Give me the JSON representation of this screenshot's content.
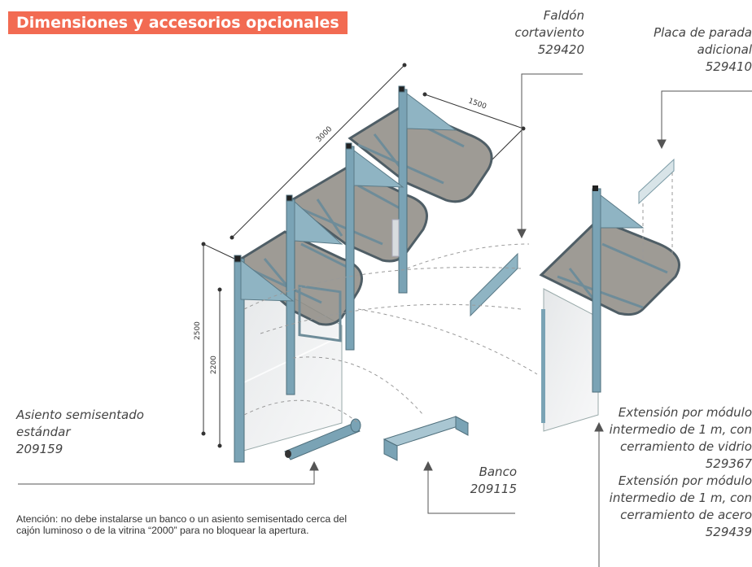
{
  "title": "Dimensiones y accesorios opcionales",
  "accessories": {
    "faldon": {
      "line1": "Faldón",
      "line2": "cortaviento",
      "code": "529420"
    },
    "placa": {
      "line1": "Placa de parada",
      "line2": "adicional",
      "code": "529410"
    },
    "asiento": {
      "line1": "Asiento semisentado",
      "line2": "estándar",
      "code": "209159"
    },
    "banco": {
      "line1": "Banco",
      "code": "209115"
    },
    "extension_vidrio": {
      "line1": "Extensión por módulo",
      "line2": "intermedio de 1 m, con",
      "line3": "cerramiento de vidrio",
      "code": "529367"
    },
    "extension_acero": {
      "line1": "Extensión por módulo",
      "line2": "intermedio de 1 m, con",
      "line3": "cerramiento de acero",
      "code": "529439"
    }
  },
  "dimensions": {
    "length": "3000",
    "depth": "1500",
    "total_height": "2500",
    "clear_height": "2200"
  },
  "note": "Atención: no debe instalarse un banco o un asiento semisentado cerca del cajón luminoso o de la vitrina “2000” para no bloquear la apertura."
}
